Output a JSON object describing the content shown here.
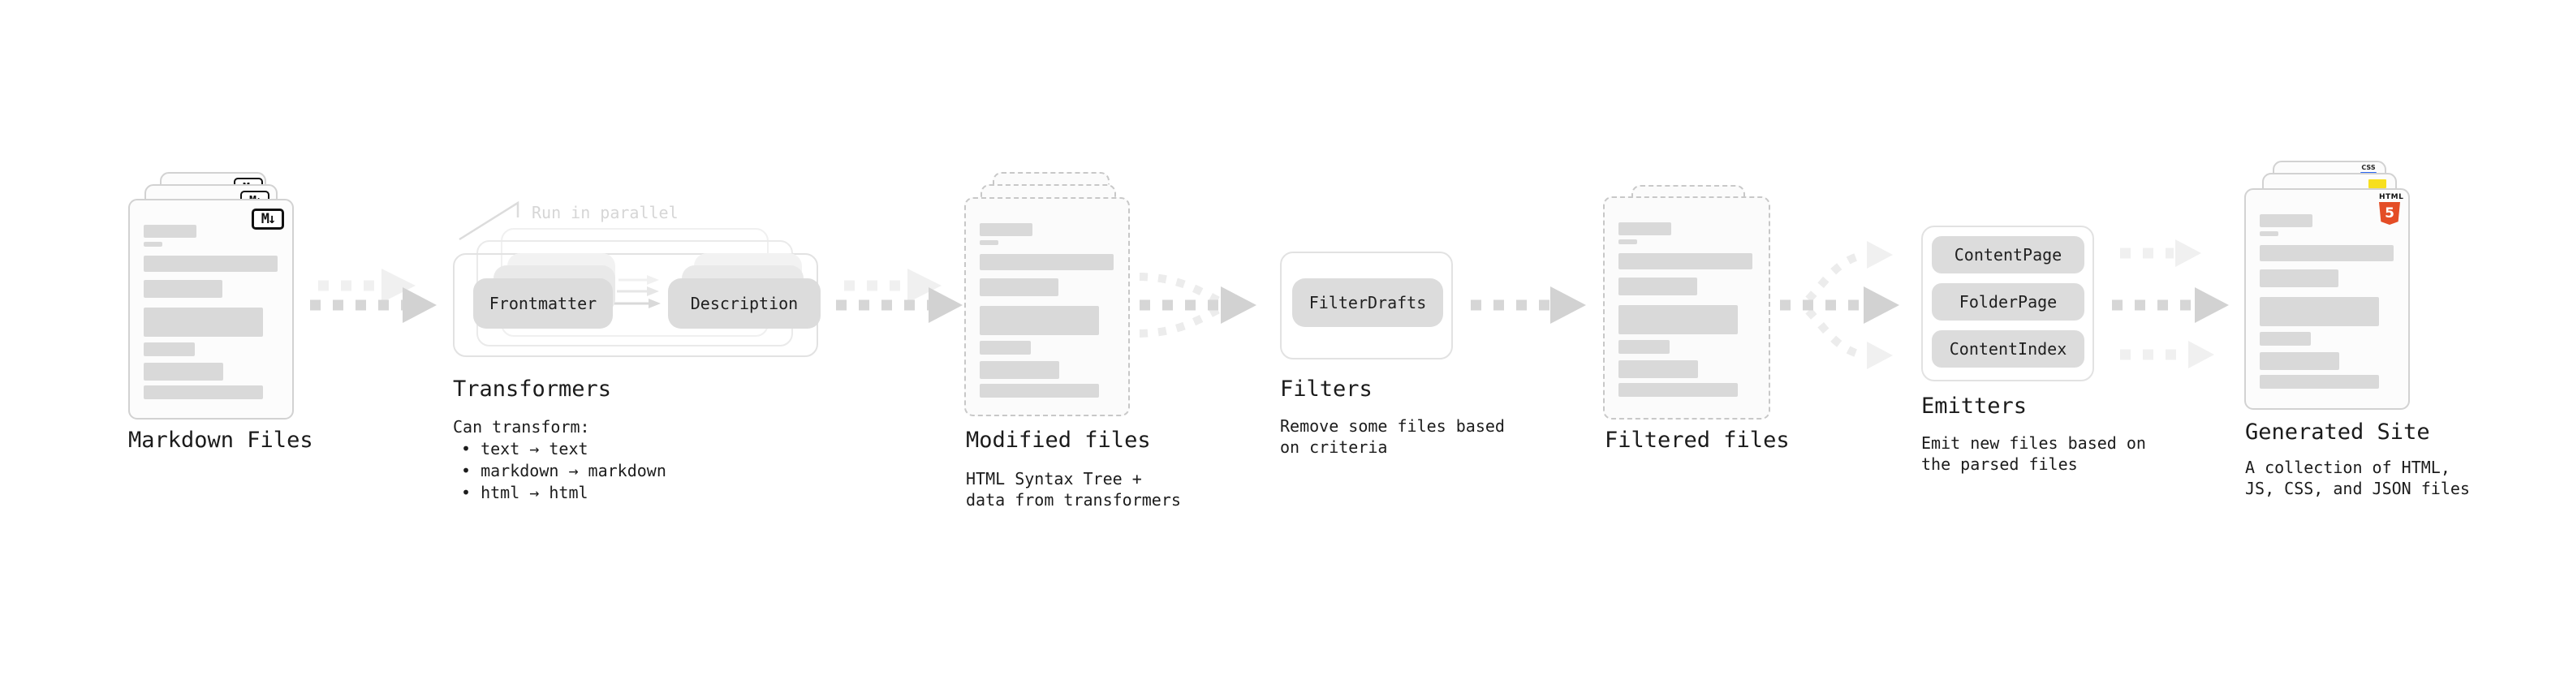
{
  "stages": {
    "markdown": {
      "label": "Markdown Files"
    },
    "transformers": {
      "label": "Transformers",
      "note": "Run in parallel",
      "pill_input": "Frontmatter",
      "pill_output": "Description",
      "desc_title": "Can transform:",
      "bullet_1": "• text → text",
      "bullet_2": "• markdown → markdown",
      "bullet_3": "• html → html"
    },
    "modified": {
      "label": "Modified files",
      "desc_line_1": "HTML Syntax Tree +",
      "desc_line_2": "data from transformers"
    },
    "filters": {
      "label": "Filters",
      "pill": "FilterDrafts",
      "desc_line_1": "Remove some files based",
      "desc_line_2": "on criteria"
    },
    "filtered": {
      "label": "Filtered files"
    },
    "emitters": {
      "label": "Emitters",
      "pill_1": "ContentPage",
      "pill_2": "FolderPage",
      "pill_3": "ContentIndex",
      "desc_line_1": "Emit new files based on",
      "desc_line_2": "the parsed files"
    },
    "site": {
      "label": "Generated Site",
      "desc_line_1": "A collection of HTML,",
      "desc_line_2": "JS, CSS, and JSON files"
    }
  },
  "icons": {
    "markdown_label": "M↓",
    "html5_wordmark": "HTML",
    "html5_number": "5",
    "css_badge": "CSS"
  },
  "colors": {
    "html5_orange": "#e44d26",
    "js_yellow": "#f7df1e",
    "css_blue": "#2965f1"
  }
}
